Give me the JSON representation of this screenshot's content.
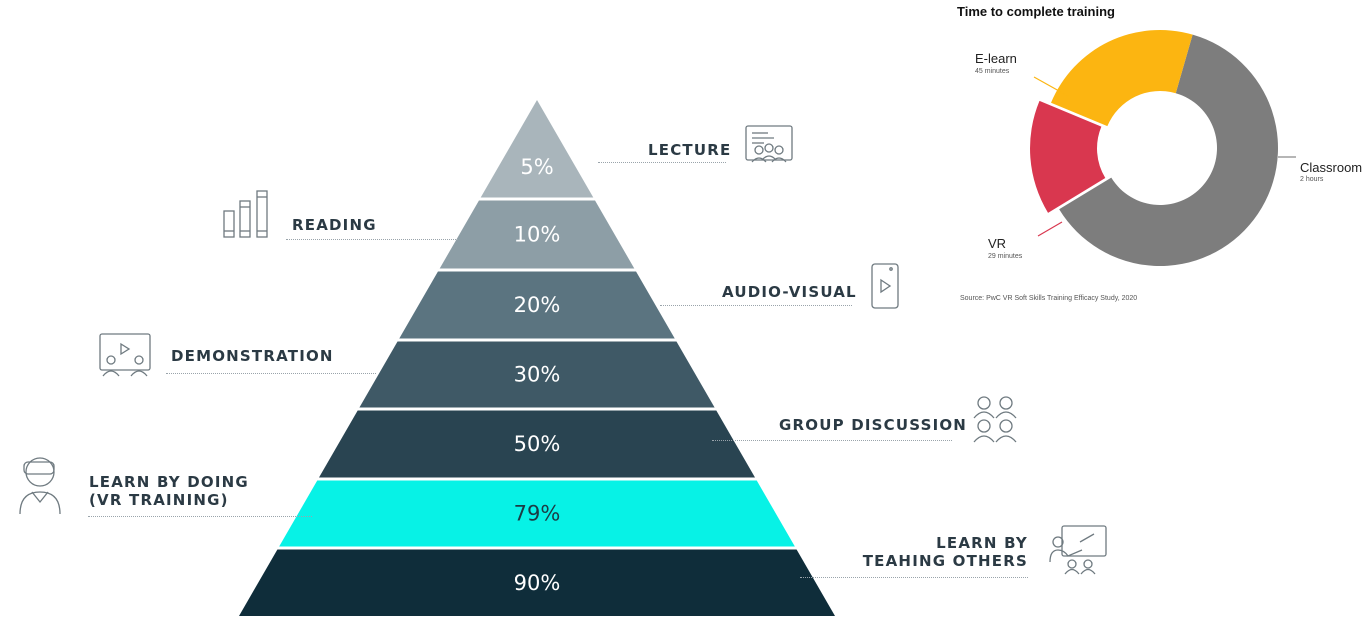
{
  "pyramid": {
    "levels": [
      {
        "pct": "5%",
        "color": "#a9b5bb"
      },
      {
        "pct": "10%",
        "color": "#8d9ea6"
      },
      {
        "pct": "20%",
        "color": "#5b7480"
      },
      {
        "pct": "30%",
        "color": "#3f5966"
      },
      {
        "pct": "50%",
        "color": "#294451"
      },
      {
        "pct": "79%",
        "color": "#07f2e6"
      },
      {
        "pct": "90%",
        "color": "#0f2d3a"
      }
    ],
    "labels": {
      "lecture": "LECTURE",
      "reading": "READING",
      "audio_visual": "AUDIO-VISUAL",
      "demonstration": "DEMONSTRATION",
      "group_discussion": "GROUP DISCUSSION",
      "learn_by_doing_1": "LEARN BY DOING",
      "learn_by_doing_2": "(VR TRAINING)",
      "teaching_1": "LEARN BY",
      "teaching_2": "TEAHING OTHERS"
    },
    "icons": [
      "lecture-icon",
      "books-icon",
      "phone-video-icon",
      "demonstration-icon",
      "group-discussion-icon",
      "vr-headset-icon",
      "teaching-icon"
    ]
  },
  "chart_data": {
    "type": "pie",
    "title": "Time to complete training",
    "categories": [
      "Classroom",
      "VR",
      "E-learn"
    ],
    "sublabels": [
      "2 hours",
      "29 minutes",
      "45 minutes"
    ],
    "values": [
      120,
      29,
      45
    ],
    "colors": [
      "#7d7d7d",
      "#d9374f",
      "#fcb511"
    ],
    "donut": true
  },
  "source": "Source: PwC VR Soft Skills Training Efficacy Study, 2020"
}
